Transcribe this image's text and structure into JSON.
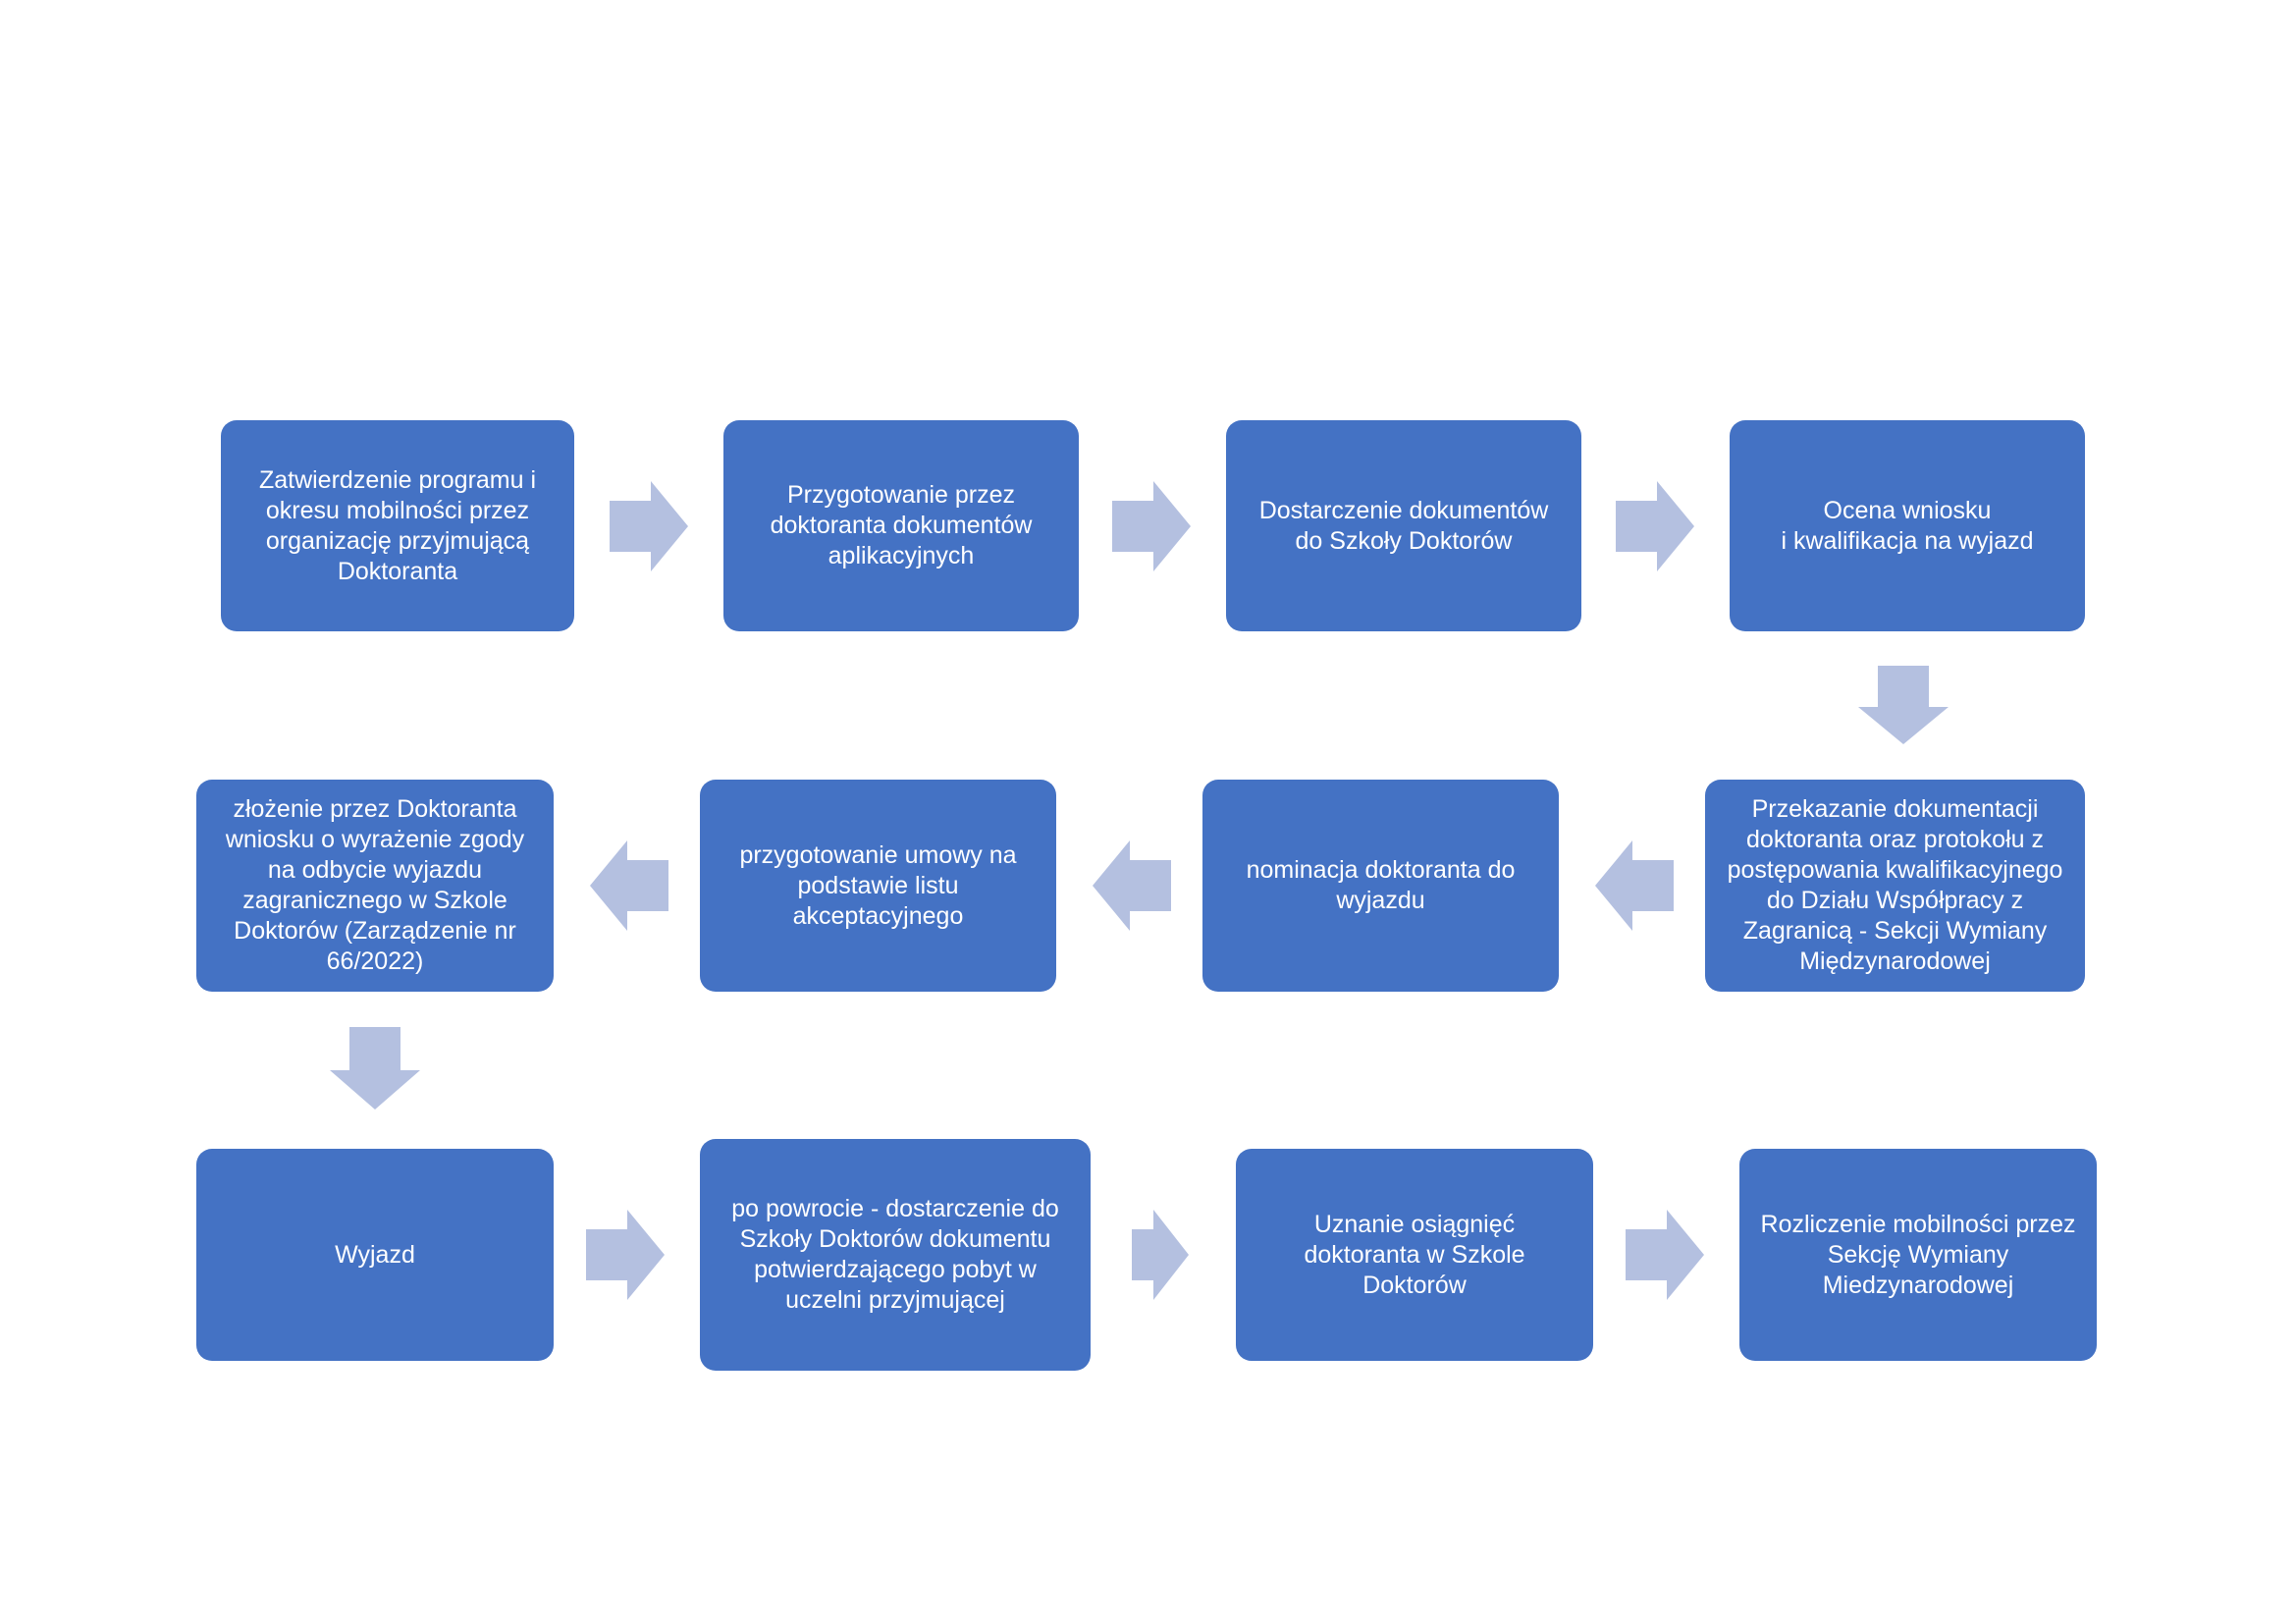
{
  "diagram": {
    "steps": [
      {
        "label": "Zatwierdzenie programu i\nokresu mobilności przez\norganizację przyjmującą\nDoktoranta"
      },
      {
        "label": "Przygotowanie przez\ndoktoranta dokumentów\naplikacyjnych"
      },
      {
        "label": "Dostarczenie dokumentów\ndo Szkoły Doktorów"
      },
      {
        "label": "Ocena wniosku\ni kwalifikacja na wyjazd"
      },
      {
        "label": "Przekazanie dokumentacji\ndoktoranta oraz protokołu z\npostępowania kwalifikacyjnego\ndo Działu Współpracy z\nZagranicą - Sekcji Wymiany\nMiędzynarodowej"
      },
      {
        "label": "nominacja doktoranta do\nwyjazdu"
      },
      {
        "label": "przygotowanie umowy na\npodstawie listu\nakceptacyjnego"
      },
      {
        "label": "złożenie przez Doktoranta\nwniosku o wyrażenie zgody\nna odbycie wyjazdu\nzagranicznego w Szkole\nDoktorów (Zarządzenie  nr\n66/2022)"
      },
      {
        "label": "Wyjazd"
      },
      {
        "label": "po powrocie - dostarczenie do\nSzkoły Doktorów dokumentu\npotwierdzającego pobyt w\nuczelni przyjmującej"
      },
      {
        "label": "Uznanie osiągnięć\ndoktoranta w Szkole\nDoktorów"
      },
      {
        "label": "Rozliczenie mobilności przez\nSekcję Wymiany\nMiedzynarodowej"
      }
    ],
    "colors": {
      "box_fill": "#4472c4",
      "box_text": "#ffffff",
      "arrow_fill": "#b4c0e0"
    },
    "arrows": [
      {
        "from": 1,
        "to": 2,
        "direction": "right"
      },
      {
        "from": 2,
        "to": 3,
        "direction": "right"
      },
      {
        "from": 3,
        "to": 4,
        "direction": "right"
      },
      {
        "from": 4,
        "to": 5,
        "direction": "down"
      },
      {
        "from": 5,
        "to": 6,
        "direction": "left"
      },
      {
        "from": 6,
        "to": 7,
        "direction": "left"
      },
      {
        "from": 7,
        "to": 8,
        "direction": "left"
      },
      {
        "from": 8,
        "to": 9,
        "direction": "down"
      },
      {
        "from": 9,
        "to": 10,
        "direction": "right"
      },
      {
        "from": 10,
        "to": 11,
        "direction": "right"
      },
      {
        "from": 11,
        "to": 12,
        "direction": "right"
      }
    ]
  }
}
